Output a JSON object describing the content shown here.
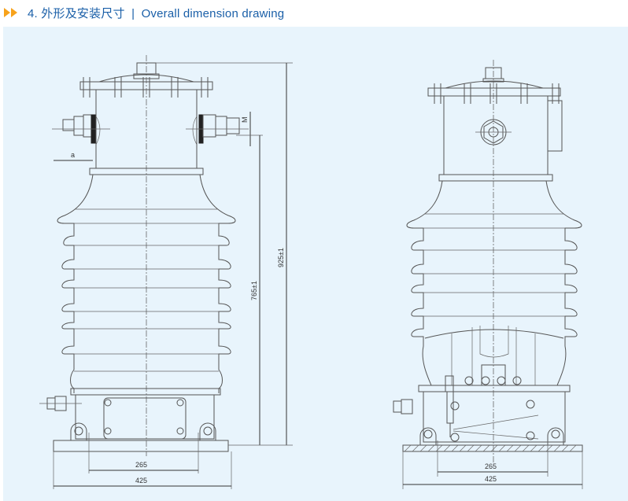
{
  "section": {
    "number": "4.",
    "title_cn": "外形及安装尺寸",
    "separator": "|",
    "title_en": "Overall dimension drawing",
    "accent_color": "#f7a21b",
    "title_color": "#1a5fa8",
    "panel_color": "#e8f4fc"
  },
  "drawing_left": {
    "dim_total_height": "925±1",
    "dim_inner_height": "765±1",
    "dim_terminal": "M",
    "dim_terminal_offset": "a",
    "dim_mount_spacing": "265",
    "dim_base_width": "425"
  },
  "drawing_right": {
    "dim_mount_spacing": "265",
    "dim_base_width": "425"
  }
}
